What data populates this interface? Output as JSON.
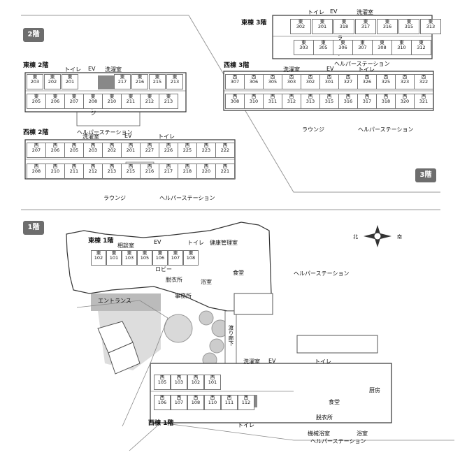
{
  "floors": {
    "f2": "2階",
    "f3": "3階",
    "f1": "1階"
  },
  "wings": {
    "east2": "東棟 2階",
    "west2": "西棟 2階",
    "east3": "東棟 3階",
    "west3": "西棟 3階",
    "east1": "東棟 1階",
    "west1": "西棟 1階"
  },
  "labels": {
    "toilet": "トイレ",
    "ev": "EV",
    "laundry": "洗濯室",
    "lounge": "ラウンジ",
    "helper_station": "ヘルパーステーション",
    "consult": "相談室",
    "health": "健康管理室",
    "lobby": "ロビー",
    "dressing": "脱衣所",
    "bath": "浴室",
    "office": "事務所",
    "dining": "食堂",
    "entrance": "エントランス",
    "corridor": "渡り廊下",
    "kitchen": "厨房",
    "machine_bath": "機械浴室"
  },
  "compass": {
    "north": "北",
    "south": "南"
  },
  "rooms": {
    "east2_top": [
      "東\n203",
      "東\n202",
      "東\n201",
      "",
      "",
      "東\n217",
      "東\n216",
      "東\n215",
      "東\n213"
    ],
    "east2_bot": [
      "東\n205",
      "東\n206",
      "東\n207",
      "東\n208",
      "東\n210",
      "東\n211",
      "東\n212",
      "東\n213"
    ],
    "west2_top": [
      "西\n207",
      "西\n206",
      "西\n205",
      "西\n203",
      "西\n202",
      "西\n201",
      "西\n227",
      "西\n226",
      "西\n225",
      "西\n223",
      "西\n222"
    ],
    "west2_bot": [
      "西\n208",
      "西\n210",
      "西\n211",
      "西\n212",
      "西\n213",
      "西\n215",
      "西\n216",
      "西\n217",
      "西\n218",
      "西\n220",
      "西\n221"
    ],
    "east3_top": [
      "東\n302",
      "東\n301",
      "東\n318",
      "東\n317",
      "東\n316",
      "東\n315",
      "東\n313"
    ],
    "east3_bot": [
      "東\n303",
      "東\n305",
      "東\n306",
      "東\n307",
      "東\n308",
      "東\n310",
      "東\n312"
    ],
    "west3_top": [
      "西\n307",
      "西\n306",
      "西\n305",
      "西\n303",
      "西\n302",
      "西\n301",
      "西\n327",
      "西\n326",
      "西\n325",
      "西\n323",
      "西\n322"
    ],
    "west3_bot": [
      "西\n308",
      "西\n310",
      "西\n311",
      "西\n312",
      "西\n313",
      "西\n315",
      "西\n316",
      "西\n317",
      "西\n318",
      "西\n320",
      "西\n321"
    ],
    "east1": [
      "東\n102",
      "東\n101",
      "東\n103",
      "東\n105",
      "東\n106",
      "東\n107",
      "東\n108"
    ],
    "west1_top": [
      "西\n105",
      "西\n103",
      "西\n102",
      "西\n101"
    ],
    "west1_bot": [
      "西\n106",
      "西\n107",
      "西\n108",
      "西\n110",
      "西\n111",
      "西\n112"
    ]
  }
}
